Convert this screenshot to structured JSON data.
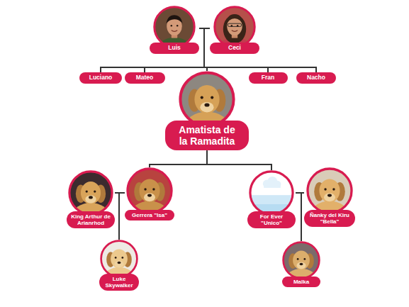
{
  "diagram": {
    "nodes": [
      {
        "text": [
          "Luis"
        ]
      },
      {
        "text": [
          "Ceci"
        ]
      },
      {
        "text": [
          "Luciano"
        ]
      },
      {
        "text": [
          "Mateo"
        ]
      },
      {
        "text": [
          "Fran"
        ]
      },
      {
        "text": [
          "Nacho"
        ]
      },
      {
        "text": [
          "Amatista de la Ramadita"
        ]
      },
      {
        "text": [
          "King Arthur de Arianrhod"
        ]
      },
      {
        "text": [
          "Gerrera \"Isa\""
        ]
      },
      {
        "text": [
          "For Ever \"Unico\""
        ]
      },
      {
        "text": [
          "Ñanky del Kiru \"Bella\""
        ]
      },
      {
        "text": [
          "Luke Skywalker"
        ]
      },
      {
        "text": [
          "Malka"
        ]
      }
    ],
    "edges": [
      {
        "from": 0,
        "to": 2,
        "arrow": "none"
      },
      {
        "from": 0,
        "to": 3,
        "arrow": "none"
      },
      {
        "from": 0,
        "to": 4,
        "arrow": "none"
      },
      {
        "from": 0,
        "to": 5,
        "arrow": "none"
      },
      {
        "from": 0,
        "to": 6,
        "arrow": "none"
      },
      {
        "from": 1,
        "to": 2,
        "arrow": "none"
      },
      {
        "from": 1,
        "to": 3,
        "arrow": "none"
      },
      {
        "from": 1,
        "to": 4,
        "arrow": "none"
      },
      {
        "from": 1,
        "to": 5,
        "arrow": "none"
      },
      {
        "from": 1,
        "to": 6,
        "arrow": "none"
      },
      {
        "from": 6,
        "to": 8,
        "arrow": "none"
      },
      {
        "from": 6,
        "to": 9,
        "arrow": "none"
      },
      {
        "from": 7,
        "to": 11,
        "arrow": "none"
      },
      {
        "from": 8,
        "to": 11,
        "arrow": "none"
      },
      {
        "from": 9,
        "to": 12,
        "arrow": "none"
      },
      {
        "from": 10,
        "to": 12,
        "arrow": "none"
      }
    ]
  }
}
